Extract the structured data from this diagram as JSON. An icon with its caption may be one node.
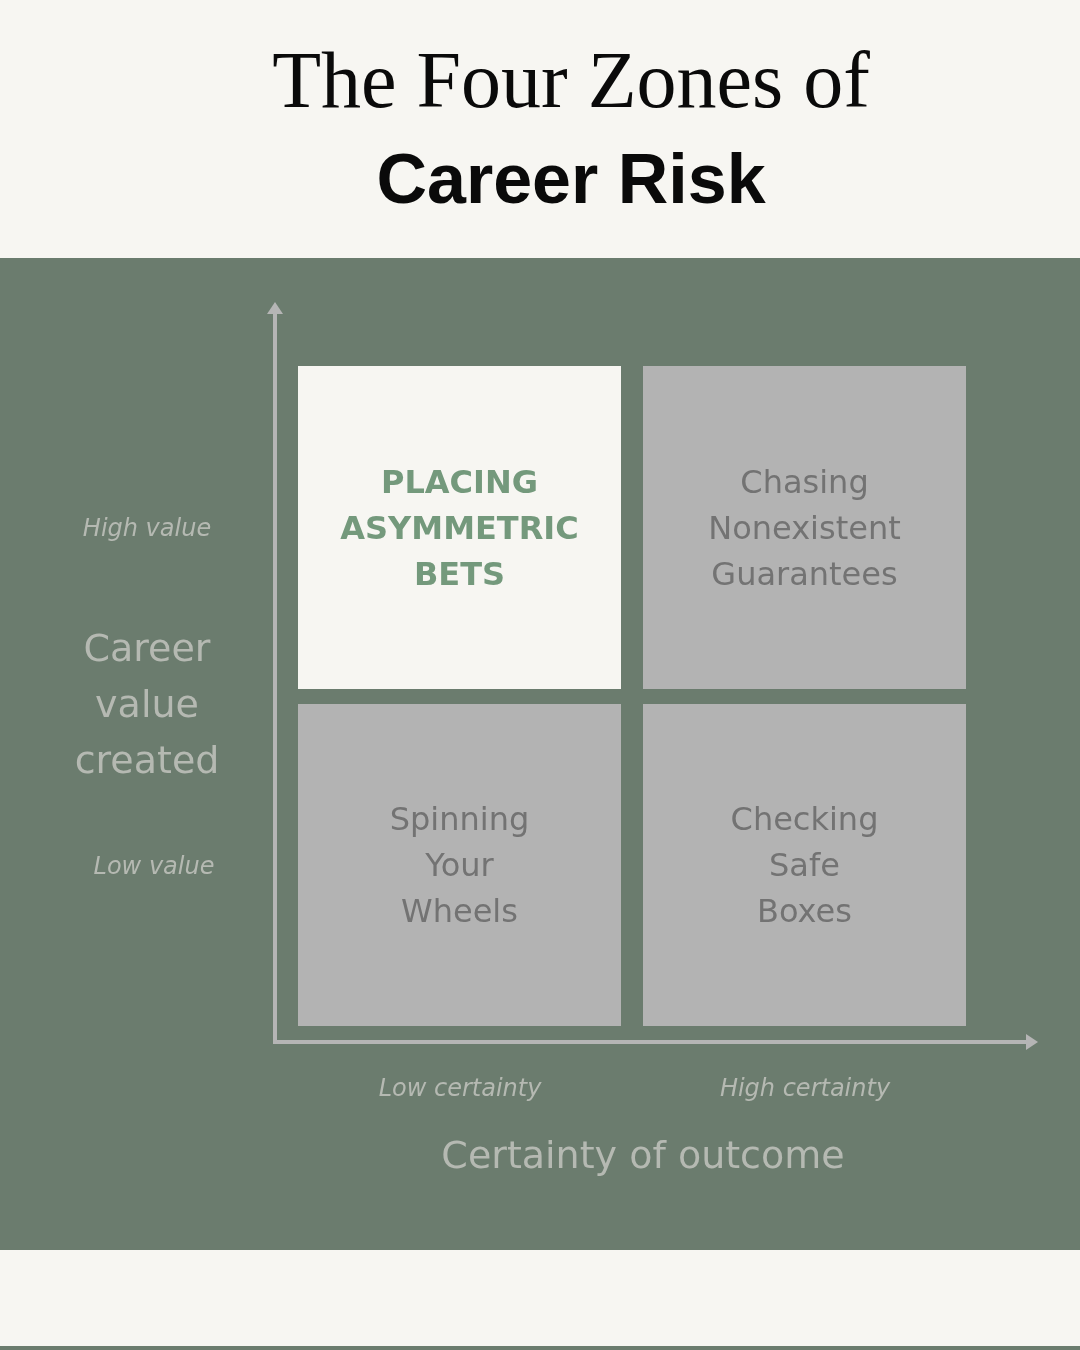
{
  "diagram": {
    "title": "The Four Zones of **Career Risk**",
    "nodes": [
      {
        "text": [
          "PLACING ASYMMETRIC BETS"
        ]
      },
      {
        "text": [
          "Chasing Nonexistent Guarantees"
        ]
      },
      {
        "text": [
          "Spinning Your Wheels"
        ]
      },
      {
        "text": [
          "Checking Safe Boxes"
        ]
      }
    ],
    "labels": [
      "High value",
      "Career value created",
      "Low value",
      "Low certainty",
      "High certainty",
      "Certainty of outcome"
    ]
  }
}
